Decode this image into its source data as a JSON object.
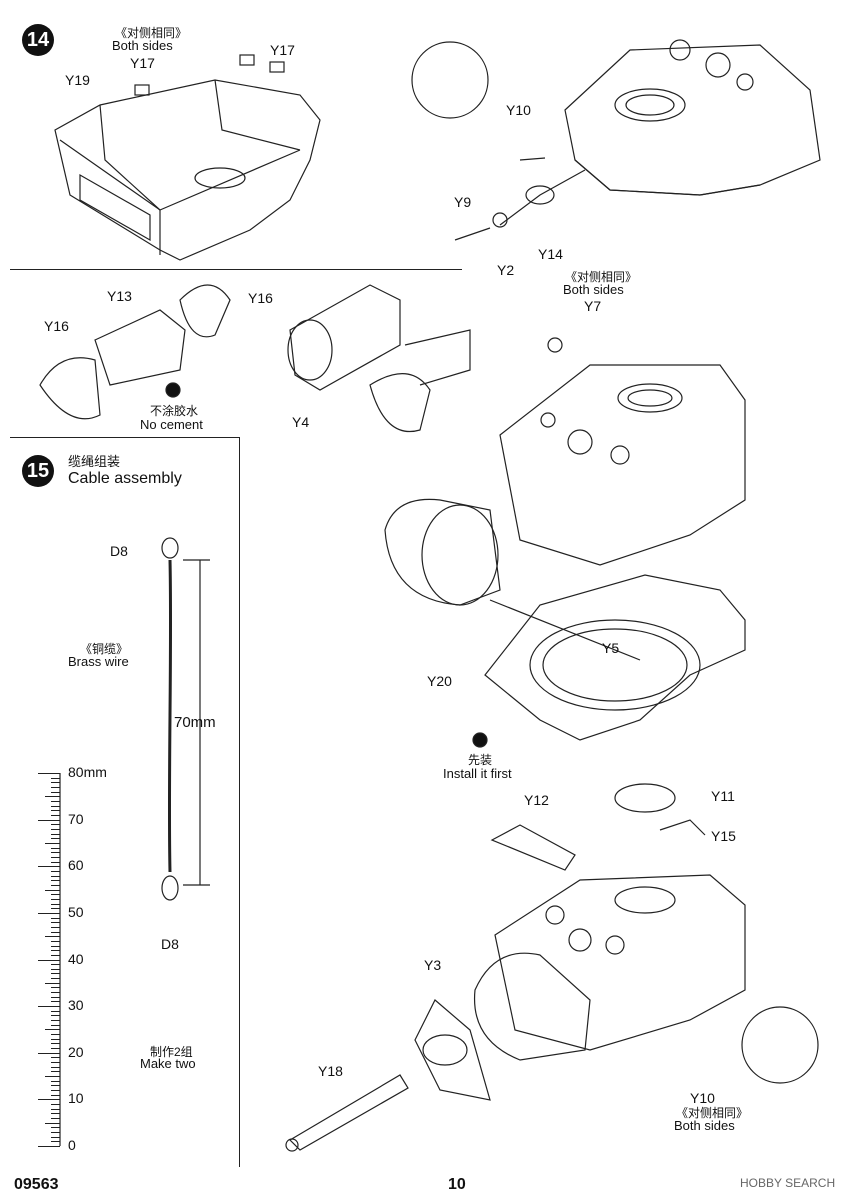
{
  "steps": {
    "s14": {
      "num": "14",
      "both_sides_cn": "《对侧相同》",
      "both_sides_en": "Both sides"
    },
    "s15": {
      "num": "15",
      "title_cn": "缆绳组装",
      "title_en": "Cable assembly"
    }
  },
  "labels": {
    "y17a": "Y17",
    "y17b": "Y17",
    "y19": "Y19",
    "y10a": "Y10",
    "y9": "Y9",
    "y2": "Y2",
    "y14": "Y14",
    "y13": "Y13",
    "y16a": "Y16",
    "y16b": "Y16",
    "y4": "Y4",
    "y7": "Y7",
    "y5": "Y5",
    "y20": "Y20",
    "y12": "Y12",
    "y11": "Y11",
    "y15": "Y15",
    "y3": "Y3",
    "y18": "Y18",
    "y10b": "Y10",
    "d8a": "D8",
    "d8b": "D8"
  },
  "notes": {
    "both_sides_y7_cn": "《对侧相同》",
    "both_sides_y7_en": "Both sides",
    "no_cement_cn": "不涂胶水",
    "no_cement_en": "No cement",
    "install_first_cn": "先装",
    "install_first_en": "Install it first",
    "brass_cn": "《铜缆》",
    "brass_en": "Brass wire",
    "length": "70mm",
    "make_two_cn": "制作2组",
    "make_two_en": "Make two",
    "both_sides_y10_cn": "《对侧相同》",
    "both_sides_y10_en": "Both sides"
  },
  "ruler": {
    "unit_label": "80mm",
    "marks": [
      "70",
      "60",
      "50",
      "40",
      "30",
      "20",
      "10",
      "0"
    ]
  },
  "footer": {
    "code": "09563",
    "page": "10",
    "watermark": "HOBBY SEARCH"
  }
}
